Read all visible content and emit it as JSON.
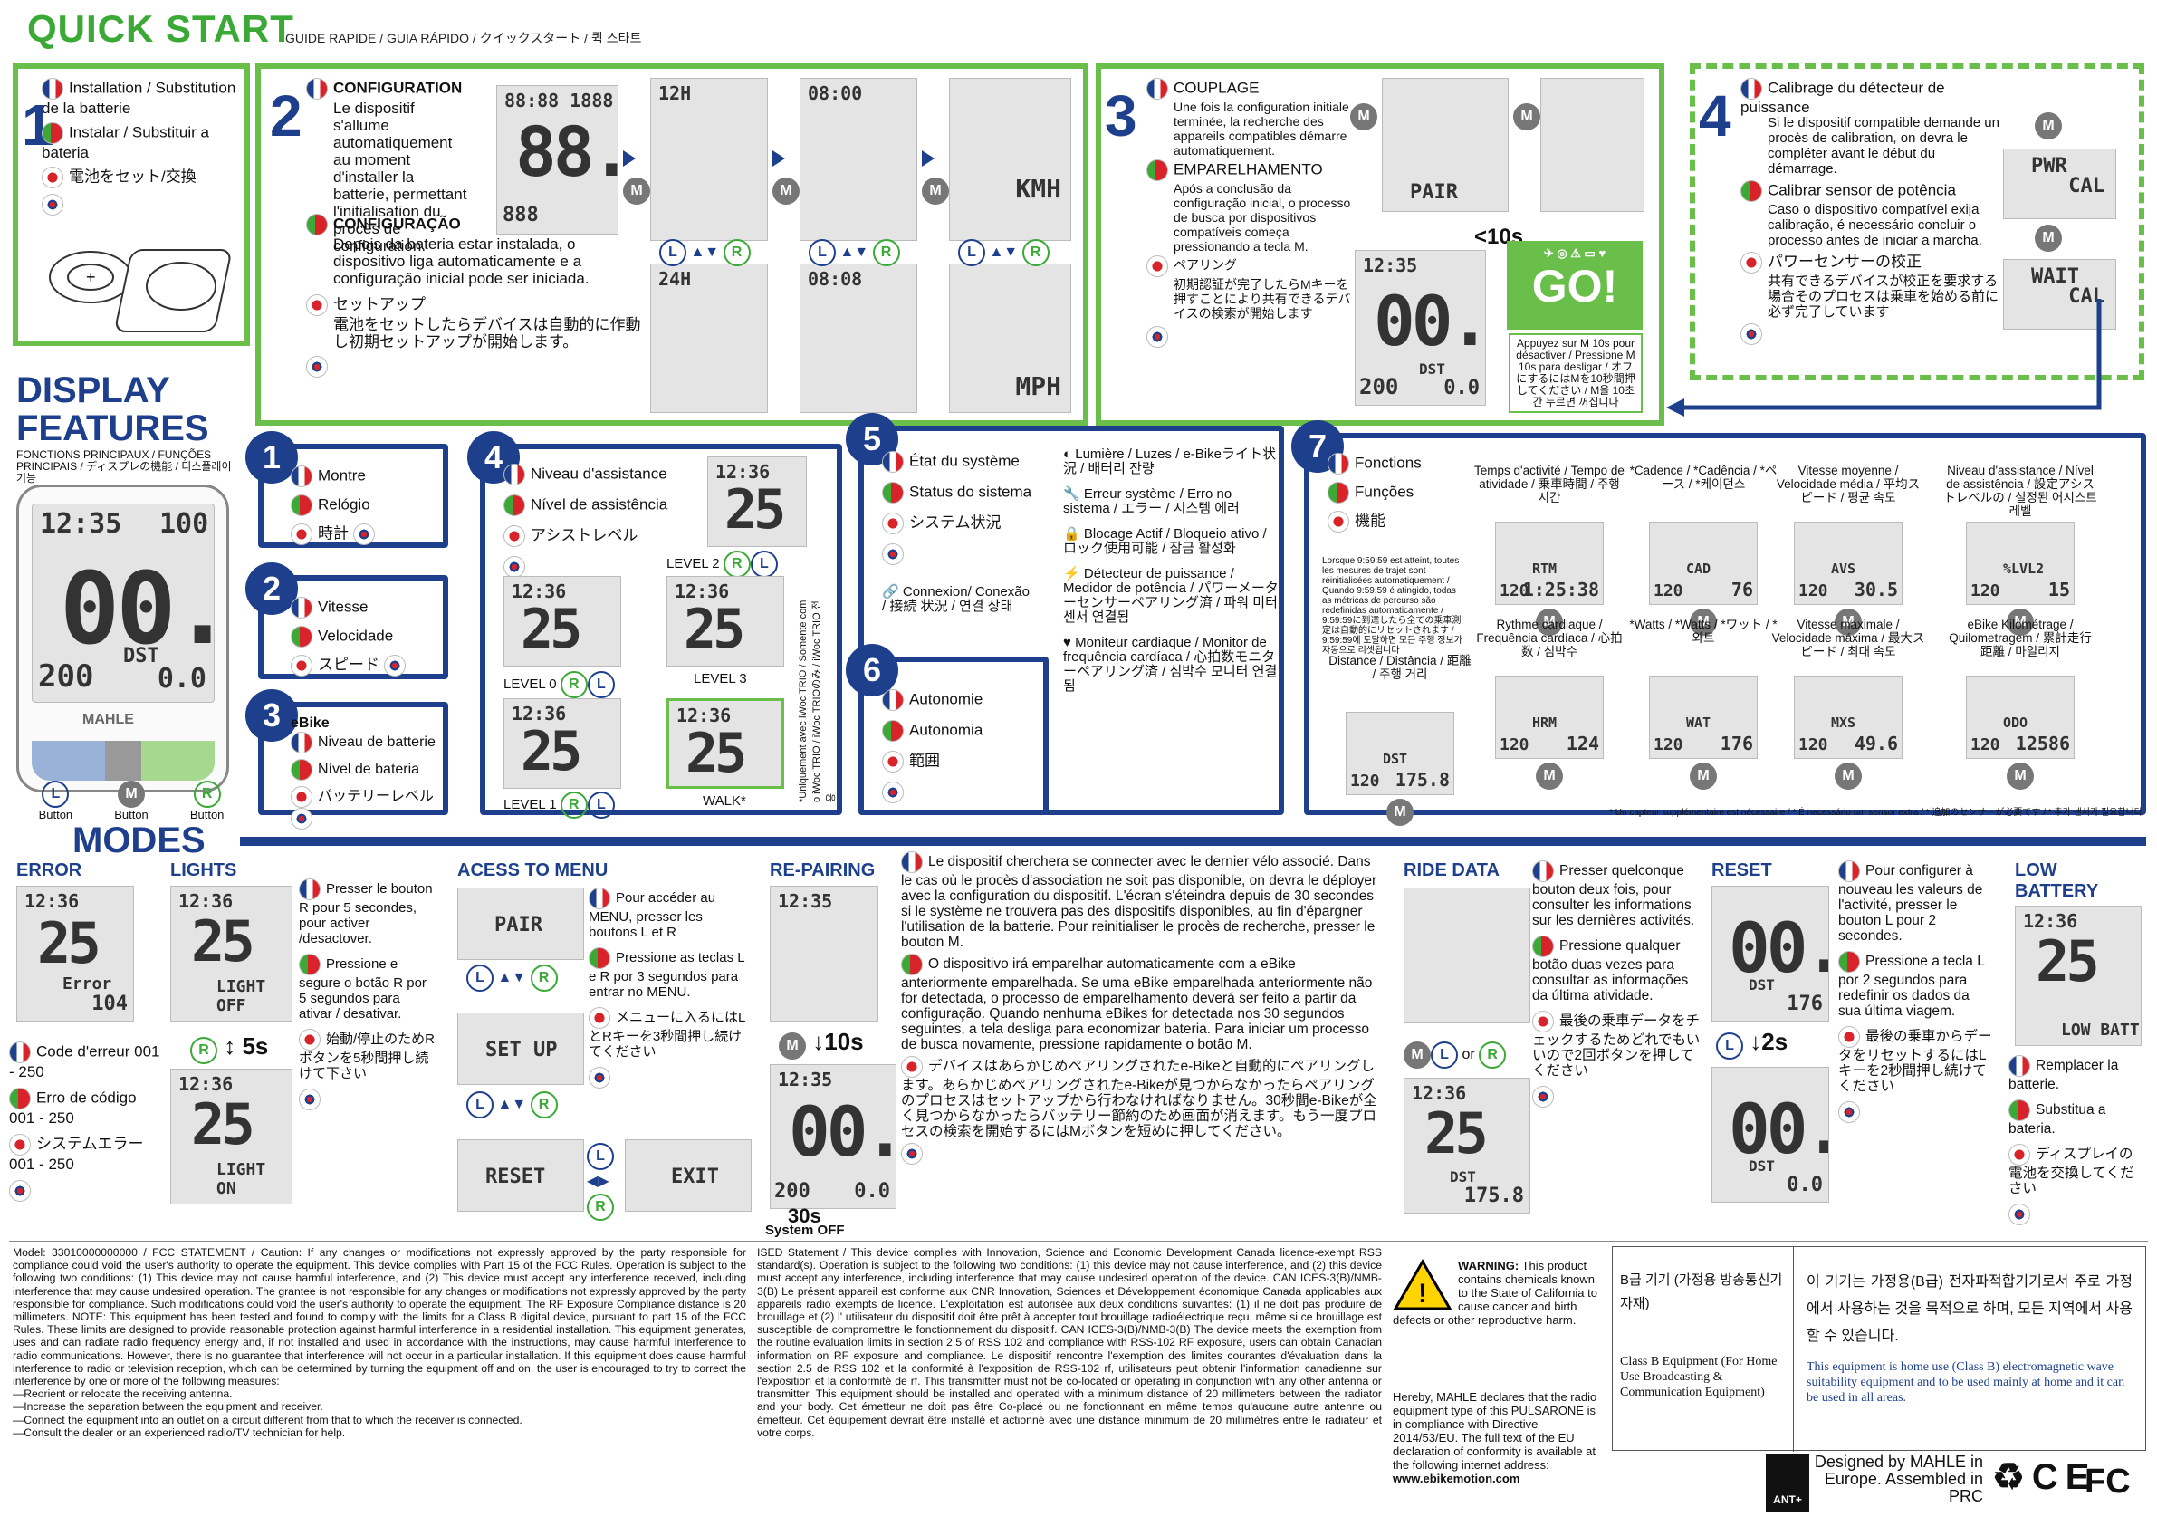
{
  "header": {
    "title": "QUICK START",
    "subtitle": "GUIDE RAPIDE / GUIA RÁPIDO / クイックスタート / 퀵 스타트"
  },
  "s1": {
    "num": "1",
    "fr": "Installation / Substitution de la batterie",
    "pt": "Instalar / Substituir a bateria",
    "jp": "電池をセット/交換"
  },
  "s2": {
    "num": "2",
    "fr_h": "CONFIGURATION",
    "fr": "Le dispositif s'allume automatiquement au moment d'installer la batterie, permettant l'initialisation du procès de configuration.",
    "pt_h": "CONFIGURAÇÃO",
    "pt": "Depois da bateria estar instalada, o dispositivo liga automaticamente e a configuração inicial pode ser iniciada.",
    "jp_h": "セットアップ",
    "jp": "電池をセットしたらデバイスは自動的に作動し初期セットアップが開始します。",
    "screens": [
      "12H",
      "08:00",
      "KMH",
      "24H",
      "08:08",
      "MPH"
    ]
  },
  "s3": {
    "num": "3",
    "fr_h": "COUPLAGE",
    "fr": "Une fois la configuration initiale terminée, la recherche des appareils compatibles démarre automatiquement.",
    "pt_h": "EMPARELHAMENTO",
    "pt": "Após a conclusão da configuração inicial, o processo de busca por dispositivos compatíveis começa pressionando a tecla M.",
    "jp_h": "ペアリング",
    "jp": "初期認証が完了したらMキーを押すことにより共有できるデバイスの検索が開始します",
    "pair": "PAIR",
    "lt10": "<10s",
    "go": "GO!",
    "go_note": "Appuyez sur M 10s pour désactiver / Pressione M 10s para desligar / オフにするにはMを10秒間押してください / M을 10초간 누르면 꺼집니다",
    "dst": "DST",
    "dst_val": "0.0",
    "time": "12:35",
    "rng": "200"
  },
  "s4": {
    "num": "4",
    "fr_h": "Calibrage du détecteur de puissance",
    "fr": "Si le dispositif compatible demande un procès de calibration, on devra le compléter avant le début du démarrage.",
    "pt_h": "Calibrar sensor de potência",
    "pt": "Caso o dispositivo compatível exija calibração, é necessário concluir o processo antes de iniciar a marcha.",
    "jp_h": "パワーセンサーの校正",
    "jp": "共有できるデバイスが校正を要求する場合そのプロセスは乗車を始める前に必ず完了しています",
    "pwr": "PWR",
    "cal": "CAL",
    "wait": "WAIT",
    "cal2": "CAL"
  },
  "display": {
    "title1": "DISPLAY",
    "title2": "FEATURES",
    "sub": "FONCTIONS PRINCIPAUX / FUNÇÕES PRINCIPAIS / ディスプレの機能 / 디스플레이 기능",
    "time": "12:35",
    "batt": "100",
    "speed": "00.",
    "dst": "DST",
    "rng": "200",
    "dstv": "0.0",
    "brand": "MAHLE",
    "buttons": [
      "Button",
      "Button",
      "Button"
    ],
    "letters": [
      "L",
      "M",
      "R"
    ]
  },
  "f1": {
    "num": "1",
    "fr": "Montre",
    "pt": "Relógio",
    "jp": "時計"
  },
  "f2": {
    "num": "2",
    "fr": "Vitesse",
    "pt": "Velocidade",
    "jp": "スピード"
  },
  "f3": {
    "num": "3",
    "h": "eBike",
    "fr": "Niveau de batterie",
    "pt": "Nível de bateria",
    "jp": "バッテリーレベル"
  },
  "f4": {
    "num": "4",
    "fr": "Niveau d'assistance",
    "pt": "Nível de assistência",
    "jp": "アシストレベル",
    "l0": "LEVEL 0",
    "l1": "LEVEL 1",
    "l2": "LEVEL 2",
    "l3": "LEVEL 3",
    "walk": "WALK*",
    "note": "*Uniquement avec iWoc TRIO / Somente com o iWoc TRIO / iWoc TRIOのみ / iWoc TRIO 전용"
  },
  "f5": {
    "num": "5",
    "fr": "État du système",
    "pt": "Status do sistema",
    "jp": "システム状況",
    "con": "Connexion/ Conexão / 接続 状況 / 연결 상태",
    "light": "Lumière / Luzes / e-Bikeライト状況 / 배터리 잔량",
    "err": "Erreur système / Erro no sistema / エラー / 시스템 에러",
    "block": "Blocage Actif / Bloqueio ativo / ロック使用可能 / 잠금 활성화",
    "pwr": "Détecteur de puissance / Medidor de potência / パワーメーターセンサーペアリング済 / 파워 미터 센서 연결됨",
    "hr": "Moniteur cardiaque / Monitor de frequência cardíaca / 心拍数モニターペアリング済 / 심박수 모니터 연결됨"
  },
  "f6": {
    "num": "6",
    "fr": "Autonomie",
    "pt": "Autonomia",
    "jp": "範囲"
  },
  "f7": {
    "num": "7",
    "fr": "Fonctions",
    "pt": "Funções",
    "jp": "機能",
    "note": "Lorsque 9:59:59 est atteint, toutes les mesures de trajet sont réinitialisées automatiquement / Quando 9:59:59 é atingido, todas as métricas de percurso são redefinidas automaticamente / 9:59:59に到達したら全ての乗車測定は自動的にリセットされます / 9:59:59에 도달하면 모든 주행 정보가 자동으로 리셋됩니다",
    "cells": [
      {
        "t": "Temps d'activité / Tempo de atividade / 乗車時間 / 주행 시간",
        "a": "RTM",
        "b": "1:25:38"
      },
      {
        "t": "*Cadence / *Cadência / *ペース / *케이던스",
        "a": "CAD",
        "b": "76"
      },
      {
        "t": "Vitesse moyenne / Velocidade média / 平均スピード / 평균 속도",
        "a": "AVS",
        "b": "30.5"
      },
      {
        "t": "Niveau d'assistance / Nível de assistência / 設定アシストレベルの / 설정된 어시스트 레벨",
        "a": "%LVL2",
        "b": "15"
      },
      {
        "t": "Rythme cardiaque / Frequência cardíaca / 心拍数 / 심박수",
        "a": "HRM",
        "b": "124"
      },
      {
        "t": "*Watts / *Watts / *ワット / *와트",
        "a": "WAT",
        "b": "176"
      },
      {
        "t": "Vitesse maximale / Velocidade máxima / 最大スピード / 최대 속도",
        "a": "MXS",
        "b": "49.6"
      },
      {
        "t": "eBike Kilométrage / Quilometragem / 累計走行距離 / 마일리지",
        "a": "ODO",
        "b": "12586"
      },
      {
        "t": "Distance / Distância / 距離 / 주행 거리",
        "a": "DST",
        "b": "175.8"
      }
    ],
    "foot": "* Un capteur supplémentaire est nécessaire / * É necessário um sensor extra / * 追加のセンサーが必要です / * 추가 센서가 필요합니다"
  },
  "modes": {
    "title": "MODES",
    "error": {
      "h": "ERROR",
      "code": "Error",
      "val": "104",
      "fr": "Code d'erreur 001 - 250",
      "pt": "Erro de código 001 - 250",
      "jp": "システムエラー 001 - 250"
    },
    "lights": {
      "h": "LIGHTS",
      "off": "LIGHT OFF",
      "on": "LIGHT ON",
      "t": "5s",
      "fr": "Presser le bouton R pour 5 secondes, pour activer /desactover.",
      "pt": "Pressione e segure o botão R por 5 segundos para ativar / desativar.",
      "jp": "始動/停止のためRボタンを5秒間押し続けて下さい"
    },
    "menu": {
      "h": "ACESS TO MENU",
      "pair": "PAIR",
      "setup": "SET UP",
      "reset": "RESET",
      "exit": "EXIT",
      "fr": "Pour accéder au MENU, presser les boutons L et R",
      "pt": "Pressione as teclas L e R por 3 segundos para entrar no MENU.",
      "jp": "メニューに入るにはLとRキーを3秒間押し続けてください"
    },
    "repair": {
      "h": "RE-PAIRING",
      "t1": "10s",
      "t2": "30s",
      "off": "System OFF",
      "fr": "Le dispositif cherchera se connecter avec le dernier vélo associé. Dans le cas où le procès d'association ne soit pas disponible, on devra le déployer avec la configuration du dispositif. L'écran s'éteindra depuis de 30 secondes si le système ne trouvera pas des dispositifs disponibles, au fin d'épargner l'utilisation de la batterie. Pour reinitialiser le procès de recherche, presser le bouton M.",
      "pt": "O dispositivo irá emparelhar automaticamente com a eBike anteriormente emparelhada. Se uma eBike emparelhada anteriormente não for detectada, o processo de emparelhamento deverá ser feito a partir da configuração. Quando nenhuma eBikes for detectada nos 30 segundos seguintes, a tela desliga para economizar bateria. Para iniciar um processo de busca novamente, pressione rapidamente o botão M.",
      "jp": "デバイスはあらかじめペアリングされたe-Bikeと自動的にペアリングします。あらかじめペアリングされたe-Bikeが見つからなかったらペアリングのプロセスはセットアップから行わなければなりません。30秒間e-Bikeが全く見つからなかったらバッテリー節約のため画面が消えます。もう一度プロセスの検索を開始するにはMボタンを短めに押してください。"
    },
    "ride": {
      "h": "RIDE DATA",
      "or": "or",
      "dst": "DST",
      "val": "175.8",
      "fr": "Presser quelconque bouton deux fois, pour consulter les informations sur les dernières activités.",
      "pt": "Pressione qualquer botão duas vezes para consultar as informações da última atividade.",
      "jp": "最後の乗車データをチェックするためどれでもいいので2回ボタンを押してください"
    },
    "reset": {
      "h": "RESET",
      "t": "2s",
      "dst": "DST",
      "v1": "176",
      "v2": "0.0",
      "fr": "Pour configurer à nouveau les valeurs de l'activité, presser le bouton L pour 2 secondes.",
      "pt": "Pressione a tecla L por 2 segundos para redefinir os dados da sua última viagem.",
      "jp": "最後の乗車からデータをリセットするにはLキーを2秒間押し続けてください"
    },
    "low": {
      "h": "LOW BATTERY",
      "lcd": "LOW BATT",
      "fr": "Remplacer la batterie.",
      "pt": "Substitua a bateria.",
      "jp": "ディスプレイの電池を交換してください"
    }
  },
  "legal": {
    "fcc": "Model: 33010000000000 / FCC STATEMENT / Caution: If any changes or modifications not expressly approved by the party responsible for compliance could void the user's authority to operate the equipment. This device complies with Part 15 of the FCC Rules. Operation is subject to the following two conditions: (1) This device may not cause harmful interference, and (2) This device must accept any interference received, including interference that may cause undesired operation. The grantee is not responsible for any changes or modifications not expressly approved by the party responsible for compliance. Such modifications could void the user's authority to operate the equipment. The RF Exposure Compliance distance is 20 millimeters. NOTE: This equipment has been tested and found to comply with the limits for a Class B digital device, pursuant to part 15 of the FCC Rules. These limits are designed to provide reasonable protection against harmful interference in a residential installation. This equipment generates, uses and can radiate radio frequency energy and, if not installed and used in accordance with the instructions, may cause harmful interference to radio communications. However, there is no guarantee that interference will not occur in a particular installation. If this equipment does cause harmful interference to radio or television reception, which can be determined by turning the equipment off and on, the user is encouraged to try to correct the interference by one or more of the following measures:",
    "fcc_list": [
      "—Reorient or relocate the receiving antenna.",
      "—Increase the separation between the equipment and receiver.",
      "—Connect the equipment into an outlet on a circuit different from that to which the receiver is connected.",
      "—Consult the dealer or an experienced radio/TV technician for help."
    ],
    "ised": "ISED Statement / This device complies with Innovation, Science and Economic Development Canada licence-exempt RSS standard(s). Operation is subject to the following two conditions: (1) this device may not cause interference, and (2) this device must accept any interference, including interference that may cause undesired operation of the device. CAN ICES-3(B)/NMB-3(B) Le présent appareil est conforme aux CNR Innovation, Sciences et Développement économique Canada applicables aux appareils radio exempts de licence. L'exploitation est autorisée aux deux conditions suivantes: (1) il ne doit pas produire de brouillage et (2) l' utilisateur du dispositif doit être prêt à accepter tout brouillage radioélectrique reçu, même si ce brouillage est susceptible de compromettre le fonctionnement du dispositif. CAN ICES-3(B)/NMB-3(B) The device meets the exemption from the routine evaluation limits in section 2.5 of RSS 102 and compliance with RSS-102 RF exposure, users can obtain Canadian information on RF exposure and compliance. Le dispositif rencontre l'exemption des limites courantes d'évaluation dans la section 2.5 de RSS 102 et la conformité à l'exposition de RSS-102 rf, utilisateurs peut obtenir l'information canadienne sur l'exposition et la conformité de rf. This transmitter must not be co-located or operating in conjunction with any other antenna or transmitter. This equipment should be installed and operated with a minimum distance of 20 millimeters between the radiator and your body. Cet émetteur ne doit pas être Co-placé ou ne fonctionnant en même temps qu'aucune autre antenne ou émetteur. Cet équipement devrait être installé et actionné avec une distance minimum de 20 millimètres entre le radiateur et votre corps.",
    "warn_h": "WARNING:",
    "warn": "This product contains chemicals known to the State of California to cause cancer and birth defects or other reproductive harm.",
    "eu": "Hereby, MAHLE declares that the radio equipment type of this PULSARONE is in compliance with Directive 2014/53/EU. The full text of the EU declaration of conformity is available at the following internet address:",
    "url": "www.ebikemotion.com",
    "kr1": "B급 기기 (가정용 방송통신기자재)",
    "kr1e": "Class B Equipment (For Home Use Broadcasting & Communication Equipment)",
    "kr2": "이 기기는 가정용(B급) 전자파적합기기로서 주로 가정에서 사용하는 것을 목적으로 하며, 모든 지역에서 사용할 수 있습니다.",
    "kr2e": "This equipment is home use (Class B) electromagnetic wave suitability equipment and to be used mainly at home and it can be used in all areas.",
    "designed": "Designed by MAHLE in Europe. Assembled in PRC",
    "marks": [
      "ANT+",
      "CE",
      "FC"
    ]
  }
}
